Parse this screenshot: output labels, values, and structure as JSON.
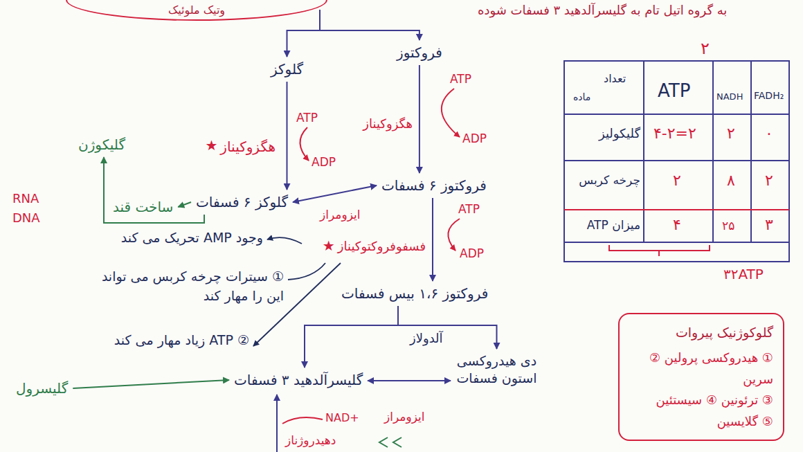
{
  "diagram": {
    "nodes": [
      {
        "text": [
          "وتیک ملوئیک"
        ]
      },
      {
        "text": [
          "گلوکز"
        ]
      },
      {
        "text": [
          "فروکتوز"
        ]
      },
      {
        "text": [
          "گلوکز ۶ فسفات"
        ]
      },
      {
        "text": [
          "فروکتوز ۶ فسفات"
        ]
      },
      {
        "text": [
          "فروکتوز ۱،۶ بیس فسفات"
        ]
      },
      {
        "text": [
          "گلیسرآلدهید ۳ فسفات"
        ]
      },
      {
        "text": [
          "دی هیدروکسی استون فسفات"
        ]
      },
      {
        "text": [
          "گلیکوژن"
        ]
      },
      {
        "text": [
          "ساخت قند"
        ]
      },
      {
        "text": [
          "گلیسرول"
        ]
      },
      {
        "text": [
          "گلوکوژنیک پیروات",
          "① هیدروکسی پرولین ② سرین",
          "③ ترئونین ④ سیستئین",
          "⑤ گلایسین"
        ]
      }
    ],
    "edges": [
      {
        "from": 0,
        "to": 1,
        "arrow": "to"
      },
      {
        "from": 0,
        "to": 2,
        "arrow": "to"
      },
      {
        "from": 1,
        "to": 3,
        "arrow": "to"
      },
      {
        "from": 2,
        "to": 4,
        "arrow": "to"
      },
      {
        "from": 3,
        "to": 4,
        "arrow": "both"
      },
      {
        "from": 4,
        "to": 5,
        "arrow": "to"
      },
      {
        "from": 5,
        "to": 6,
        "arrow": "to"
      },
      {
        "from": 5,
        "to": 7,
        "arrow": "to"
      },
      {
        "from": 7,
        "to": 6,
        "arrow": "both"
      },
      {
        "from": 10,
        "to": 6,
        "arrow": "to"
      },
      {
        "from": 3,
        "to": 9,
        "arrow": "to"
      },
      {
        "from": 3,
        "to": 8,
        "arrow": "to"
      }
    ],
    "labels": [
      "به گروه اتیل تام به گلیسرآلدهید ۳ فسفات شوده",
      "ATP",
      "ADP",
      "★",
      "هگزوکیناز",
      "ATP",
      "ADP",
      "هگزوکیناز",
      "ایزومراز",
      "ATP",
      "ADP",
      "فسفوفروکتوکیناز",
      "★",
      "وجود AMP تحریک می کند",
      "① سیترات چرخه کربس می تواند این را مهار کند",
      "② ATP زیاد مهار می کند",
      "آلدولاز",
      "ایزومراز",
      "NAD+",
      "دهیدروژناز",
      "RNA",
      "DNA",
      "۲",
      "تعداد",
      "ماده",
      "ATP",
      "NADH",
      "FADH₂",
      "گلیکولیز",
      "۴-۲=۲",
      "۲",
      "۰",
      "چرخه کربس",
      "۲",
      "۸",
      "۲",
      "میزان ATP",
      "۴",
      "۲۵",
      "۳",
      "۳۲ATP"
    ]
  }
}
